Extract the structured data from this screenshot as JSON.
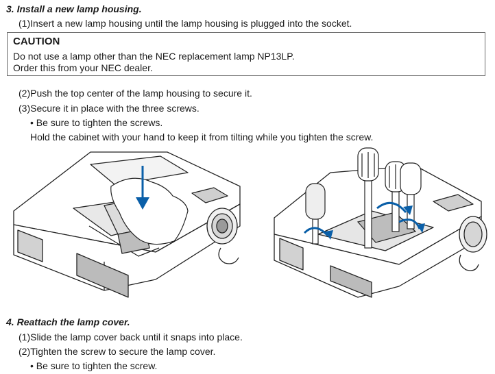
{
  "step3": {
    "number": "3.",
    "title": "Install a new lamp housing.",
    "sub1": "(1)Insert a new lamp housing until the lamp housing is plugged into the socket."
  },
  "caution": {
    "title": "CAUTION",
    "line1": "Do not use a lamp other than the NEC replacement lamp NP13LP.",
    "line2": "Order this from your NEC dealer."
  },
  "step3_more": {
    "sub2": "(2)Push the top center of the lamp housing to secure it.",
    "sub3": "(3)Secure it in place with the three screws.",
    "bullet": "• Be sure to tighten the screws.",
    "note": "Hold the cabinet with your hand to keep it from tilting while you tighten the screw."
  },
  "figures": {
    "left_icon": "projector-lamp-insert-illustration",
    "right_icon": "projector-screw-tighten-illustration"
  },
  "step4": {
    "number": "4.",
    "title": "Reattach the lamp cover.",
    "sub1": "(1)Slide the lamp cover back until it snaps into place.",
    "sub2": "(2)Tighten the screw to secure the lamp cover.",
    "bullet": "• Be sure to tighten the screw."
  }
}
